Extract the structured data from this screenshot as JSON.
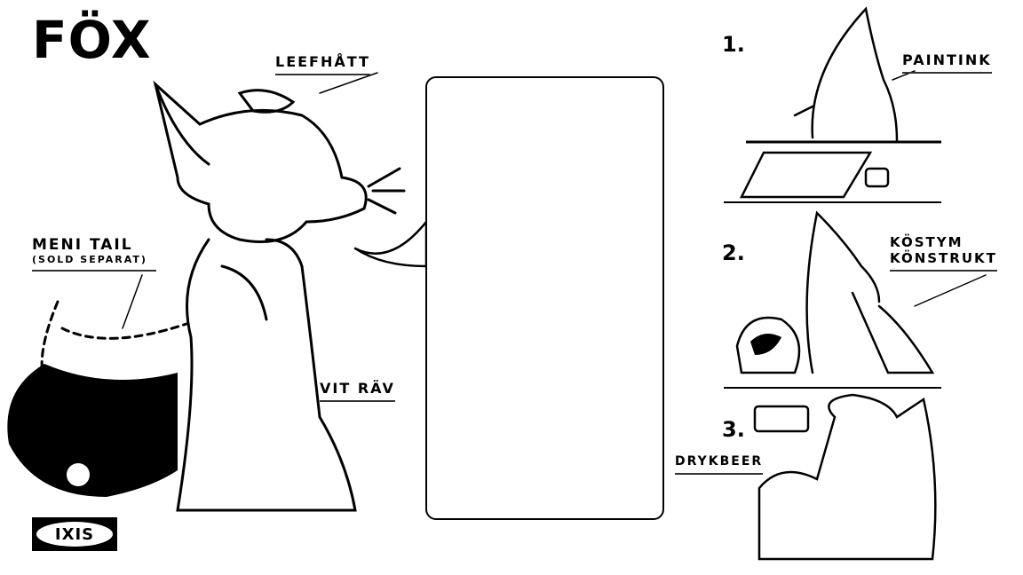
{
  "title": "FÖX",
  "labels": {
    "hat": "LEEFHÅTT",
    "tail": "MENI TAIL",
    "tail_note": "(SOLD SEPARAT)",
    "fox": "VIT RÄV"
  },
  "logo": "IXIS",
  "steps": [
    {
      "number": "1.",
      "label": "PAINTINK"
    },
    {
      "number": "2.",
      "label_line1": "KÖSTYM",
      "label_line2": "KÖNSTRUKT"
    },
    {
      "number": "3.",
      "label": "DRYKBEER"
    }
  ]
}
